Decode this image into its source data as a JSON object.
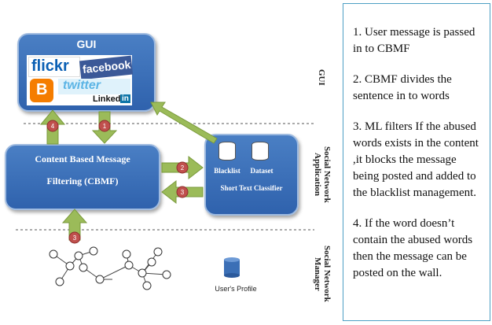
{
  "gui": {
    "title": "GUI",
    "logos": [
      "flickr",
      "facebook",
      "twitter",
      "Linked",
      "in"
    ]
  },
  "layers": {
    "gui": "GUI",
    "social_app": "Social Network Application",
    "social_manager": "Social Network Manager"
  },
  "cbmf": {
    "line1": "Content Based Message",
    "line2": "Filtering (CBMF)"
  },
  "classifier": {
    "blacklist": "Blacklist",
    "dataset": "Dataset",
    "label": "Short Text Classifier"
  },
  "badges": [
    "4",
    "1",
    "2",
    "3",
    "3"
  ],
  "network": {
    "profile_label": "User's Profile"
  },
  "steps": [
    "1.   User message is passed in to CBMF",
    "2. CBMF  divides the sentence in to words",
    "3. ML filters If the abused words exists in the content ,it blocks the message being posted and added to the blacklist management.",
    "4. If the word doesn’t contain the abused words then the message can be posted on the wall."
  ]
}
